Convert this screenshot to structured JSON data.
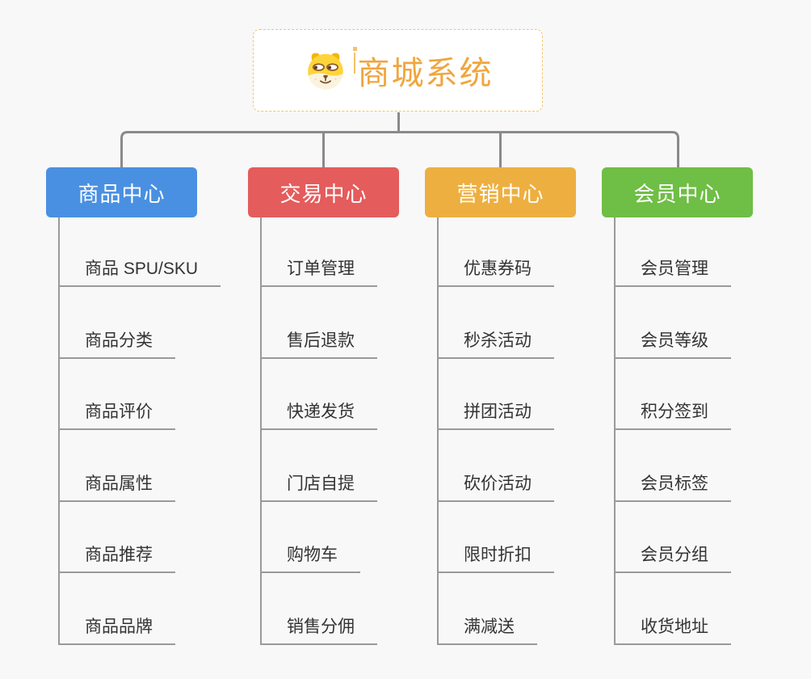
{
  "canvas": {
    "background": "#f8f8f8",
    "connector_color": "#8a8a8a",
    "leaf_line_color": "#9a9a9a",
    "leaf_text_color": "#333333"
  },
  "root": {
    "label": "商城系统",
    "icon": "dog-face-icon",
    "text_color": "#f0a63d",
    "border_color": "#f3c36b",
    "background": "#ffffff"
  },
  "branches": [
    {
      "id": "product-center",
      "label": "商品中心",
      "color": "#4a90e2",
      "children": [
        "商品 SPU/SKU",
        "商品分类",
        "商品评价",
        "商品属性",
        "商品推荐",
        "商品品牌"
      ]
    },
    {
      "id": "trade-center",
      "label": "交易中心",
      "color": "#e45c5c",
      "children": [
        "订单管理",
        "售后退款",
        "快递发货",
        "门店自提",
        "购物车",
        "销售分佣"
      ]
    },
    {
      "id": "marketing-center",
      "label": "营销中心",
      "color": "#eeaf41",
      "children": [
        "优惠券码",
        "秒杀活动",
        "拼团活动",
        "砍价活动",
        "限时折扣",
        "满减送"
      ]
    },
    {
      "id": "member-center",
      "label": "会员中心",
      "color": "#6fbe45",
      "children": [
        "会员管理",
        "会员等级",
        "积分签到",
        "会员标签",
        "会员分组",
        "收货地址"
      ]
    }
  ]
}
